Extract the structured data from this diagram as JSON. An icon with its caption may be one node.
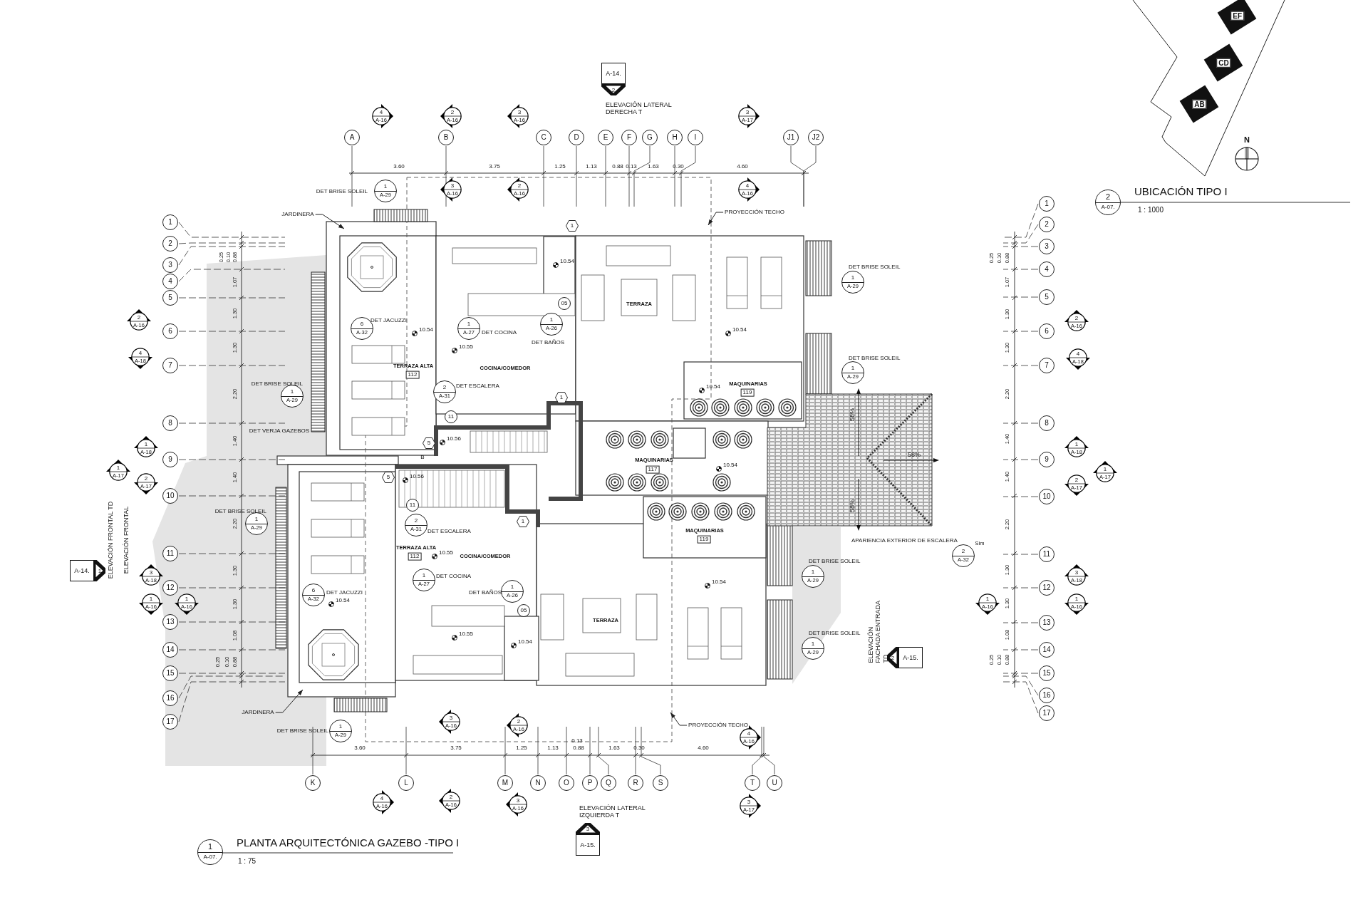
{
  "diagram": {
    "nodes": [
      {
        "text": [
          "A-14.",
          "2"
        ],
        "beside": [
          "ELEVACIÓN LATERAL DERECHA T"
        ]
      },
      {
        "text": [
          "4",
          "A-16"
        ]
      },
      {
        "text": [
          "2",
          "A-16"
        ]
      },
      {
        "text": [
          "3",
          "A-16"
        ]
      },
      {
        "text": [
          "3",
          "A-17"
        ]
      },
      {
        "text": [
          "A"
        ]
      },
      {
        "text": [
          "B"
        ]
      },
      {
        "text": [
          "C"
        ]
      },
      {
        "text": [
          "D"
        ]
      },
      {
        "text": [
          "E"
        ]
      },
      {
        "text": [
          "F"
        ]
      },
      {
        "text": [
          "G"
        ]
      },
      {
        "text": [
          "H"
        ]
      },
      {
        "text": [
          "I"
        ]
      },
      {
        "text": [
          "J1"
        ]
      },
      {
        "text": [
          "J2"
        ]
      },
      {
        "text": [
          "3",
          "A-16"
        ]
      },
      {
        "text": [
          "2",
          "A-16"
        ]
      },
      {
        "text": [
          "4",
          "A-16"
        ]
      },
      {
        "text": [
          "EF"
        ]
      },
      {
        "text": [
          "CD"
        ]
      },
      {
        "text": [
          "AB"
        ]
      },
      {
        "text": [
          "2",
          "A-07."
        ],
        "beside": [
          "UBICACIÓN TIPO I",
          "1 : 1000"
        ]
      },
      {
        "text": [
          "1",
          "A-29"
        ],
        "beside": [
          "DET BRISE SOLEIL"
        ]
      },
      {
        "text": [
          "JARDINERA"
        ]
      },
      {
        "text": [
          "PROYECCIÓN TECHO"
        ]
      },
      {
        "text": [
          "1"
        ]
      },
      {
        "text": [
          "2"
        ]
      },
      {
        "text": [
          "3"
        ]
      },
      {
        "text": [
          "4"
        ]
      },
      {
        "text": [
          "5"
        ]
      },
      {
        "text": [
          "6"
        ]
      },
      {
        "text": [
          "7"
        ]
      },
      {
        "text": [
          "8"
        ]
      },
      {
        "text": [
          "9"
        ]
      },
      {
        "text": [
          "10"
        ]
      },
      {
        "text": [
          "11"
        ]
      },
      {
        "text": [
          "12"
        ]
      },
      {
        "text": [
          "13"
        ]
      },
      {
        "text": [
          "14"
        ]
      },
      {
        "text": [
          "15"
        ]
      },
      {
        "text": [
          "16"
        ]
      },
      {
        "text": [
          "17"
        ]
      },
      {
        "text": [
          "1"
        ]
      },
      {
        "text": [
          "2"
        ]
      },
      {
        "text": [
          "3"
        ]
      },
      {
        "text": [
          "4"
        ]
      },
      {
        "text": [
          "5"
        ]
      },
      {
        "text": [
          "6"
        ]
      },
      {
        "text": [
          "7"
        ]
      },
      {
        "text": [
          "8"
        ]
      },
      {
        "text": [
          "9"
        ]
      },
      {
        "text": [
          "10"
        ]
      },
      {
        "text": [
          "11"
        ]
      },
      {
        "text": [
          "12"
        ]
      },
      {
        "text": [
          "13"
        ]
      },
      {
        "text": [
          "14"
        ]
      },
      {
        "text": [
          "15"
        ]
      },
      {
        "text": [
          "16"
        ]
      },
      {
        "text": [
          "17"
        ]
      },
      {
        "text": [
          "2",
          "A-16"
        ]
      },
      {
        "text": [
          "4",
          "A-18"
        ]
      },
      {
        "text": [
          "1",
          "A-18"
        ]
      },
      {
        "text": [
          "1",
          "A-17"
        ]
      },
      {
        "text": [
          "2",
          "A-17"
        ]
      },
      {
        "text": [
          "3",
          "A-18"
        ]
      },
      {
        "text": [
          "1",
          "A-16"
        ]
      },
      {
        "text": [
          "1",
          "A-16"
        ]
      },
      {
        "text": [
          "2",
          "A-16"
        ]
      },
      {
        "text": [
          "4",
          "A-18"
        ]
      },
      {
        "text": [
          "1",
          "A-18"
        ]
      },
      {
        "text": [
          "1",
          "A-17"
        ]
      },
      {
        "text": [
          "2",
          "A-17"
        ]
      },
      {
        "text": [
          "3",
          "A-18"
        ]
      },
      {
        "text": [
          "1",
          "A-16"
        ]
      },
      {
        "text": [
          "1",
          "A-16"
        ]
      },
      {
        "text": [
          "6",
          "A-32"
        ],
        "beside": [
          "DET JACUZZI"
        ]
      },
      {
        "text": [
          "1",
          "A-27"
        ],
        "beside": [
          "DET COCINA"
        ]
      },
      {
        "text": [
          "1",
          "A-26"
        ],
        "beside": [
          "DET BAÑOS"
        ]
      },
      {
        "text": [
          "2",
          "A-31"
        ],
        "beside": [
          "DET ESCALERA"
        ]
      },
      {
        "text": [
          "1",
          "A-29"
        ],
        "beside": [
          "DET BRISE SOLEIL"
        ]
      },
      {
        "text": [
          "1",
          "A-29"
        ],
        "beside": [
          "DET BRISE SOLEIL"
        ]
      },
      {
        "text": [
          "1",
          "A-29"
        ],
        "beside": [
          "DET BRISE SOLEIL"
        ]
      },
      {
        "text": [
          "1",
          "A-29"
        ],
        "beside": [
          "DET BRISE SOLEIL"
        ]
      },
      {
        "text": [
          "2",
          "A-31"
        ],
        "beside": [
          "DET ESCALERA"
        ]
      },
      {
        "text": [
          "1",
          "A-27"
        ],
        "beside": [
          "DET COCINA"
        ]
      },
      {
        "text": [
          "1",
          "A-26"
        ],
        "beside": [
          "DET BAÑOS"
        ]
      },
      {
        "text": [
          "6",
          "A-32"
        ],
        "beside": [
          "DET JACUZZI"
        ]
      },
      {
        "text": [
          "2",
          "A-32"
        ],
        "beside": [
          "APARIENCIA EXTERIOR DE ESCALERA",
          "Sim"
        ]
      },
      {
        "text": [
          "1",
          "A-29"
        ],
        "beside": [
          "DET BRISE SOLEIL"
        ]
      },
      {
        "text": [
          "1",
          "A-29"
        ],
        "beside": [
          "DET BRISE SOLEIL"
        ]
      },
      {
        "text": [
          "1",
          "A-29"
        ],
        "beside": [
          "DET BRISE SOLEIL"
        ]
      },
      {
        "text": [
          "1"
        ]
      },
      {
        "text": [
          "05"
        ]
      },
      {
        "text": [
          "1"
        ]
      },
      {
        "text": [
          "11"
        ]
      },
      {
        "text": [
          "5"
        ]
      },
      {
        "text": [
          "5"
        ]
      },
      {
        "text": [
          "11"
        ]
      },
      {
        "text": [
          "1"
        ]
      },
      {
        "text": [
          "05"
        ]
      },
      {
        "text": [
          "A-14.",
          "1"
        ],
        "beside": [
          "ELEVACIÓN FRONTAL TD",
          "ELEVACIÓN FRONTAL"
        ]
      },
      {
        "text": [
          "2",
          "A-15."
        ],
        "beside": [
          "ELEVACIÓN FACHADA ENTRADA TD"
        ]
      },
      {
        "text": [
          "JARDINERA"
        ]
      },
      {
        "text": [
          "PROYECCIÓN TECHO"
        ]
      },
      {
        "text": [
          "3",
          "A-16"
        ]
      },
      {
        "text": [
          "2",
          "A-16"
        ]
      },
      {
        "text": [
          "4",
          "A-16"
        ]
      },
      {
        "text": [
          "K"
        ]
      },
      {
        "text": [
          "L"
        ]
      },
      {
        "text": [
          "M"
        ]
      },
      {
        "text": [
          "N"
        ]
      },
      {
        "text": [
          "O"
        ]
      },
      {
        "text": [
          "P"
        ]
      },
      {
        "text": [
          "Q"
        ]
      },
      {
        "text": [
          "R"
        ]
      },
      {
        "text": [
          "S"
        ]
      },
      {
        "text": [
          "T"
        ]
      },
      {
        "text": [
          "U"
        ]
      },
      {
        "text": [
          "4",
          "A-16"
        ]
      },
      {
        "text": [
          "2",
          "A-16"
        ]
      },
      {
        "text": [
          "3",
          "A-16"
        ]
      },
      {
        "text": [
          "3",
          "A-17"
        ]
      },
      {
        "text": [
          "3",
          "A-15."
        ],
        "beside": [
          "ELEVACIÓN LATERAL IZQUIERDA T"
        ]
      },
      {
        "text": [
          "1",
          "A-07."
        ],
        "beside": [
          "PLANTA ARQUITECTÓNICA GAZEBO -TIPO I",
          "1 : 75"
        ]
      }
    ],
    "edges": [
      {
        "from": 24,
        "to": null,
        "arrow": "to"
      },
      {
        "from": 25,
        "to": null,
        "arrow": "to"
      },
      {
        "from": 103,
        "to": null,
        "arrow": "to"
      },
      {
        "from": 104,
        "to": null,
        "arrow": "to"
      }
    ],
    "labels": [
      "3.60",
      "3.75",
      "1.25",
      "1.13",
      "0.88",
      "0.13",
      "1.63",
      "0.30",
      "4.60",
      "N",
      "0.25",
      "0.10",
      "0.88",
      "1.07",
      "1.30",
      "1.30",
      "2.20",
      "1.40",
      "0.25",
      "0.10",
      "0.88",
      "1.07",
      "1.30",
      "1.30",
      "2.20",
      "1.40",
      "10.54",
      "TERRAZA",
      "10.54",
      "10.54",
      "10.55",
      "TERRAZA ALTA",
      "112",
      "COCINA/COMEDOR",
      "MAQUINARIAS",
      "119",
      "10.54",
      "58%",
      "DET VERJA GAZEBOS",
      "10.56",
      "58%",
      "MAQUINARIAS",
      "117",
      "10.54",
      "B",
      "10.56",
      "58%",
      "MAQUINARIAS",
      "119",
      "TERRAZA ALTA",
      "112",
      "COCINA/COMEDOR",
      "10.55",
      "10.54",
      "10.54",
      "TERRAZA",
      "10.55",
      "10.54",
      "1.40",
      "2.20",
      "1.30",
      "1.30",
      "1.08",
      "0.25",
      "0.10",
      "0.88",
      "1.40",
      "2.20",
      "1.30",
      "1.30",
      "1.08",
      "0.25",
      "0.10",
      "0.88",
      "3.60",
      "3.75",
      "1.25",
      "1.13",
      "0.88",
      "0.13",
      "1.63",
      "0.30",
      "4.60"
    ]
  }
}
